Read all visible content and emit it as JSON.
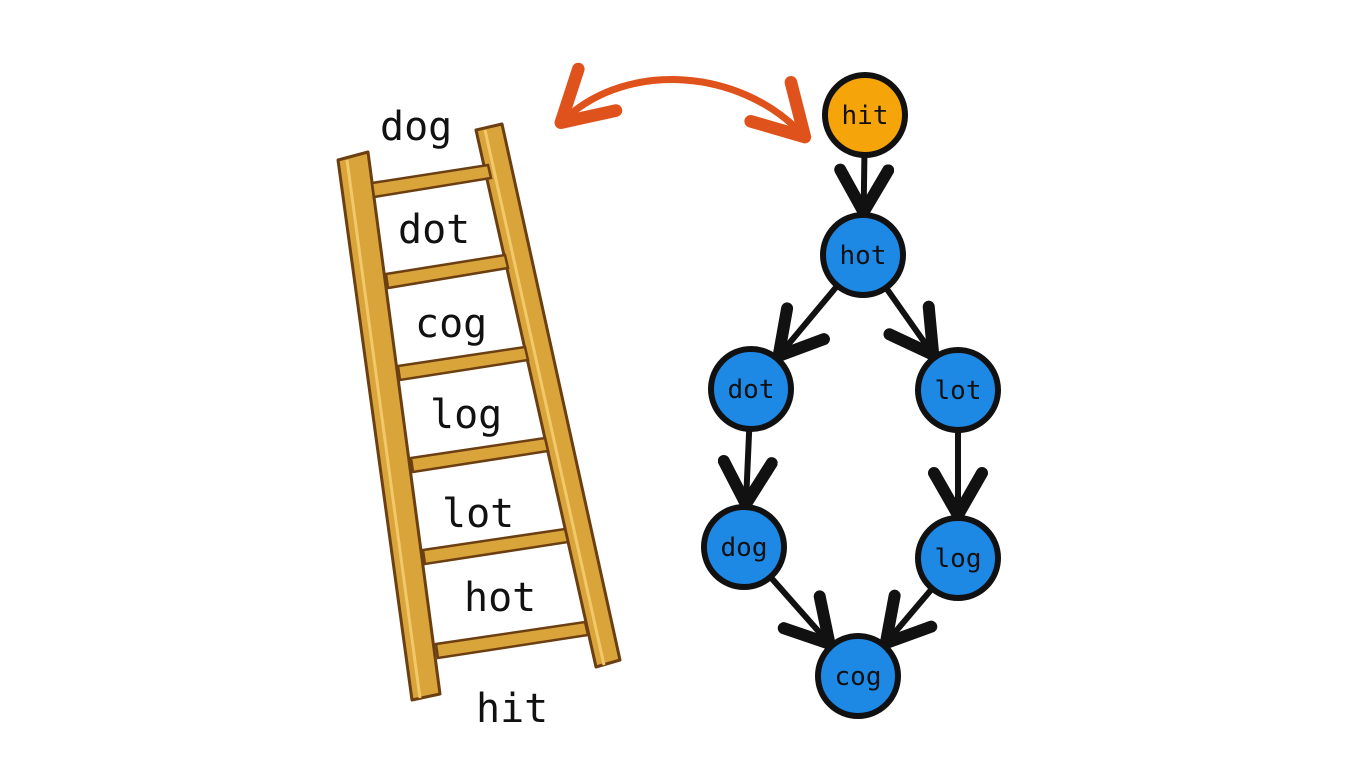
{
  "ladder": {
    "words": [
      "dog",
      "dot",
      "cog",
      "log",
      "lot",
      "hot",
      "hit"
    ]
  },
  "graph": {
    "nodes": [
      {
        "id": "hit",
        "label": "hit",
        "color": "#f5a50a"
      },
      {
        "id": "hot",
        "label": "hot",
        "color": "#1e88e5"
      },
      {
        "id": "dot",
        "label": "dot",
        "color": "#1e88e5"
      },
      {
        "id": "lot",
        "label": "lot",
        "color": "#1e88e5"
      },
      {
        "id": "dog",
        "label": "dog",
        "color": "#1e88e5"
      },
      {
        "id": "log",
        "label": "log",
        "color": "#1e88e5"
      },
      {
        "id": "cog",
        "label": "cog",
        "color": "#1e88e5"
      }
    ],
    "edges": [
      {
        "from": "hit",
        "to": "hot"
      },
      {
        "from": "hot",
        "to": "dot"
      },
      {
        "from": "hot",
        "to": "lot"
      },
      {
        "from": "dot",
        "to": "dog"
      },
      {
        "from": "lot",
        "to": "log"
      },
      {
        "from": "dog",
        "to": "cog"
      },
      {
        "from": "log",
        "to": "cog"
      }
    ]
  },
  "colors": {
    "ladder_wood": "#d9a43a",
    "ladder_edge": "#6b3f12",
    "connector_arrow": "#e0521b",
    "edge_stroke": "#111111"
  }
}
